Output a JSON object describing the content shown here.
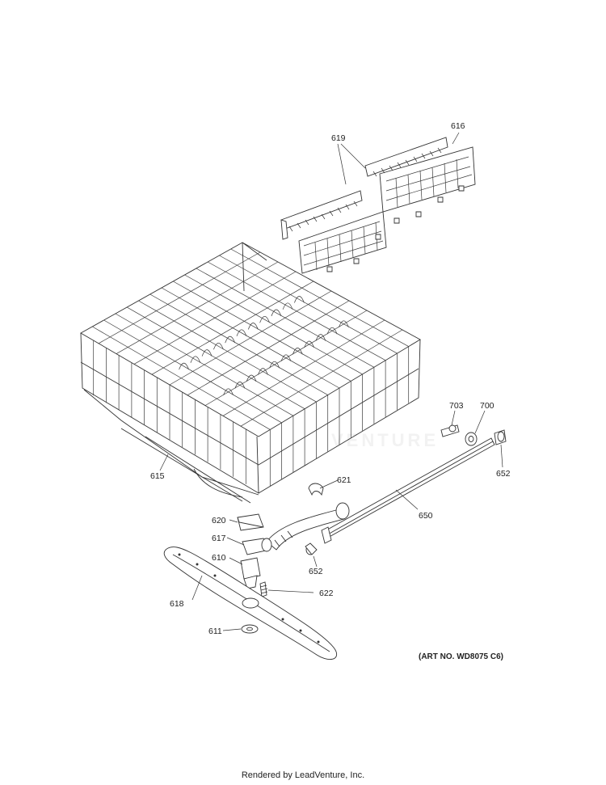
{
  "diagram": {
    "callouts": [
      {
        "id": "616",
        "label": "616"
      },
      {
        "id": "619",
        "label": "619"
      },
      {
        "id": "615",
        "label": "615"
      },
      {
        "id": "703",
        "label": "703"
      },
      {
        "id": "700",
        "label": "700"
      },
      {
        "id": "652a",
        "label": "652"
      },
      {
        "id": "621",
        "label": "621"
      },
      {
        "id": "650",
        "label": "650"
      },
      {
        "id": "620",
        "label": "620"
      },
      {
        "id": "617",
        "label": "617"
      },
      {
        "id": "610",
        "label": "610"
      },
      {
        "id": "652b",
        "label": "652"
      },
      {
        "id": "622",
        "label": "622"
      },
      {
        "id": "618",
        "label": "618"
      },
      {
        "id": "611",
        "label": "611"
      }
    ],
    "art_number": "(ART NO. WD8075 C6)",
    "watermark": "VENTURE"
  },
  "footer": {
    "text": "Rendered by LeadVenture, Inc."
  }
}
